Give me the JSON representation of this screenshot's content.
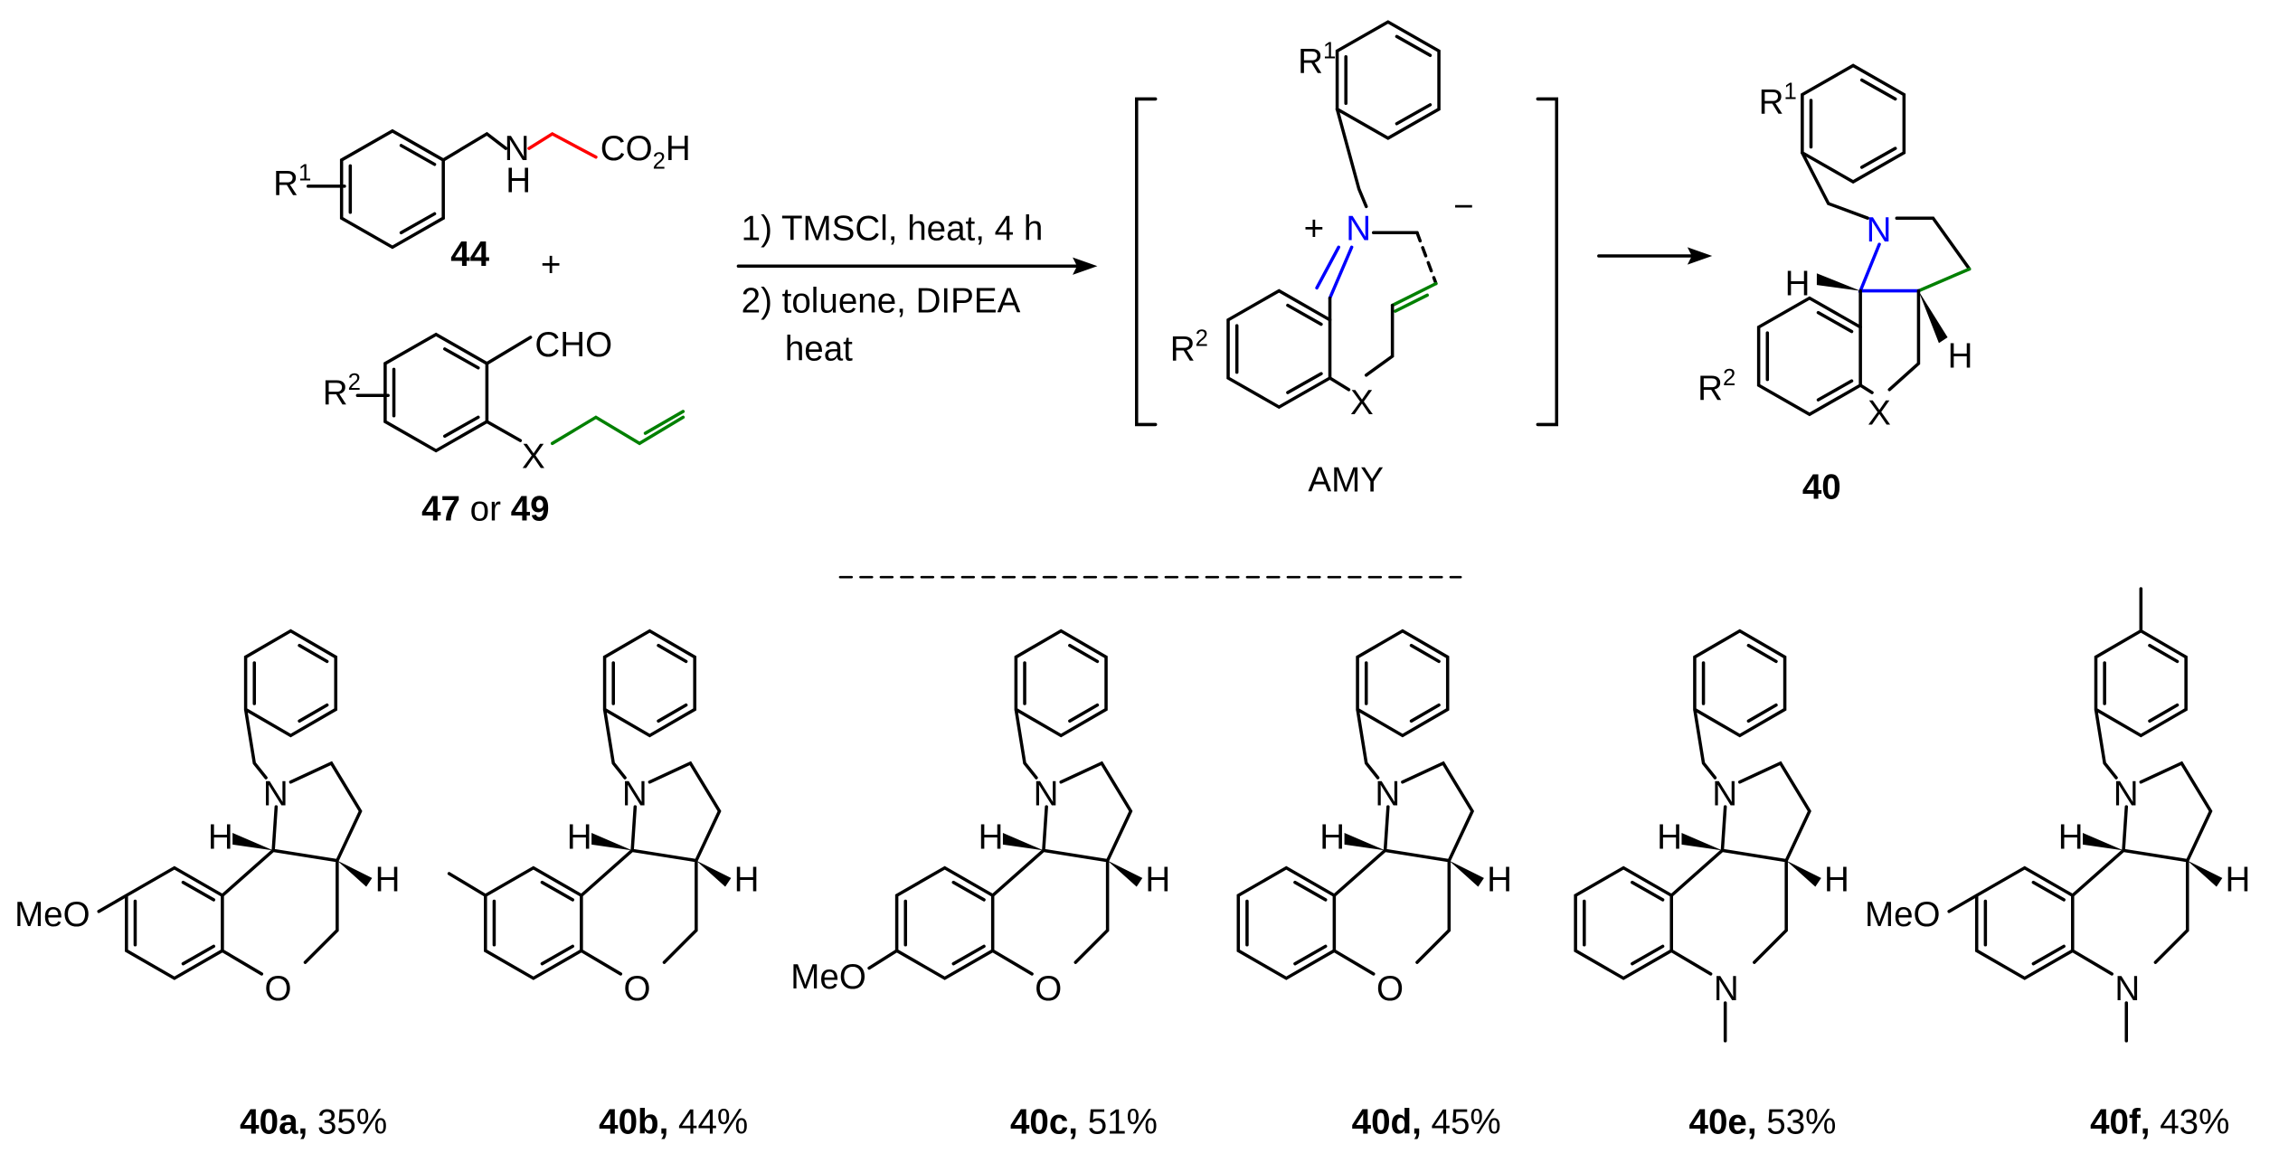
{
  "colors": {
    "amine_acid": "#ff0000",
    "allyl": "#008000",
    "cn_bond": "#0000ff",
    "text": "#000000"
  },
  "reactants": {
    "amine": {
      "r": "R",
      "r_sup": "1",
      "nh_n": "N",
      "nh_h": "H",
      "acid": "CO",
      "acid_sub": "2",
      "acid_h": "H",
      "label": "44"
    },
    "plus": "+",
    "aldehyde": {
      "cho": "CHO",
      "r": "R",
      "r_sup": "2",
      "x": "X",
      "label_a": "47",
      "label_or": " or ",
      "label_b": "49"
    }
  },
  "conditions": {
    "step1": "1) TMSCl, heat, 4 h",
    "step2": "2) toluene, DIPEA",
    "step2b": "heat"
  },
  "intermediate": {
    "r1": "R",
    "r1_sup": "1",
    "r2": "R",
    "r2_sup": "2",
    "n": "N",
    "plus": "+",
    "minus": "−",
    "x": "X",
    "label": "AMY"
  },
  "product": {
    "r1": "R",
    "r1_sup": "1",
    "r2": "R",
    "r2_sup": "2",
    "n": "N",
    "h1": "H",
    "h2": "H",
    "x": "X",
    "label": "40"
  },
  "products": [
    {
      "id": "40a",
      "yield": "35%",
      "sub": "MeO",
      "sub_pos": "top",
      "x": "O",
      "para_me": false
    },
    {
      "id": "40b",
      "yield": "44%",
      "sub": "",
      "sub_pos": "methyl",
      "x": "O",
      "para_me": false
    },
    {
      "id": "40c,",
      "yield": "51%",
      "sub": "MeO",
      "sub_pos": "bottom",
      "x": "O",
      "para_me": false
    },
    {
      "id": "40d",
      "yield": "45%",
      "sub": "",
      "sub_pos": "none",
      "x": "O",
      "para_me": false
    },
    {
      "id": "40e",
      "yield": "53%",
      "sub": "",
      "sub_pos": "none",
      "x": "N",
      "para_me": false
    },
    {
      "id": "40f",
      "yield": "43%",
      "sub": "MeO",
      "sub_pos": "top",
      "x": "N",
      "para_me": true
    }
  ],
  "product_atoms": {
    "n": "N",
    "h": "H"
  }
}
